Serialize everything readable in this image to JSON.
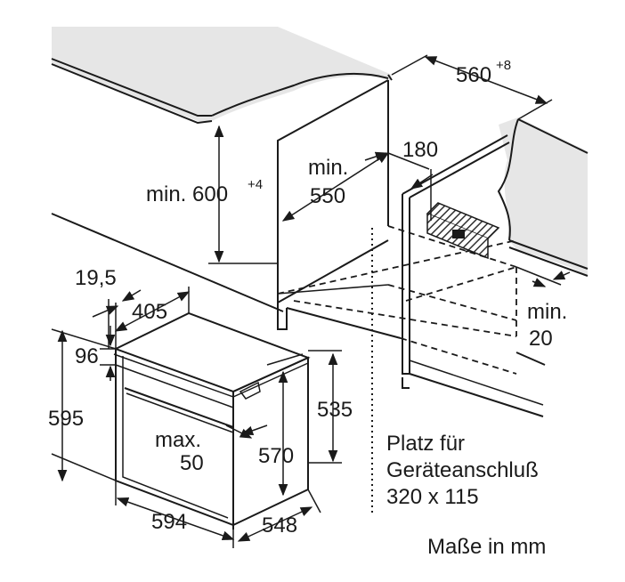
{
  "dimensions": {
    "width_top": "560",
    "width_top_tol": "+8",
    "height_cabinet": "min. 600",
    "height_cabinet_tol": "+4",
    "depth_min_line1": "min.",
    "depth_min_line2": "550",
    "gap_180": "180",
    "back_gap_line1": "min.",
    "back_gap_line2": "20",
    "d_19_5": "19,5",
    "d_405": "405",
    "d_96": "96",
    "d_595": "595",
    "d_535": "535",
    "d_570": "570",
    "max_line1": "max.",
    "max_line2": "50",
    "d_594": "594",
    "d_548": "548"
  },
  "note": {
    "line1": "Platz für",
    "line2": "Geräteanschluß",
    "line3": "320 x 115"
  },
  "units": "Maße in mm",
  "colors": {
    "worktop": "#e6e6e6",
    "line": "#1a1a1a",
    "hatch": "#333333"
  }
}
